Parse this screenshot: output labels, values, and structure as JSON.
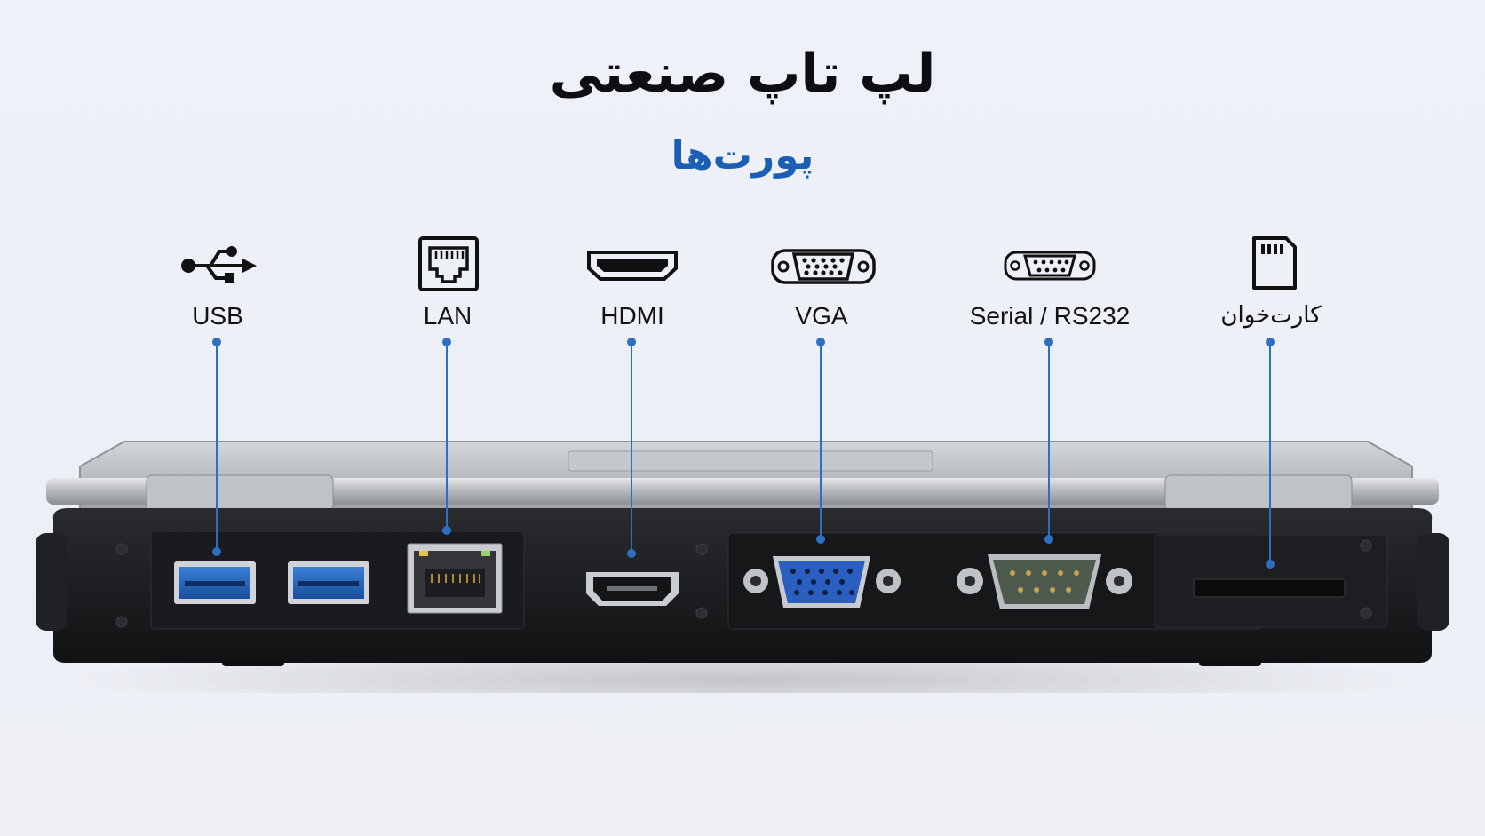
{
  "title": "لپ تاپ صنعتی",
  "subtitle": "پورت‌ها",
  "ports": [
    {
      "label": "USB",
      "icon": "usb-icon"
    },
    {
      "label": "LAN",
      "icon": "lan-icon"
    },
    {
      "label": "HDMI",
      "icon": "hdmi-icon"
    },
    {
      "label": "VGA",
      "icon": "vga-icon"
    },
    {
      "label": "Serial / RS232",
      "icon": "serial-icon"
    },
    {
      "label": "کارت‌خوان",
      "icon": "sd-card-icon"
    }
  ],
  "colors": {
    "accent": "#2f6fc1",
    "title": "#0d0d12",
    "subtitle": "#1b5fb5",
    "laptop_body": "#1c1d20",
    "lid": "#b8bcc1"
  }
}
